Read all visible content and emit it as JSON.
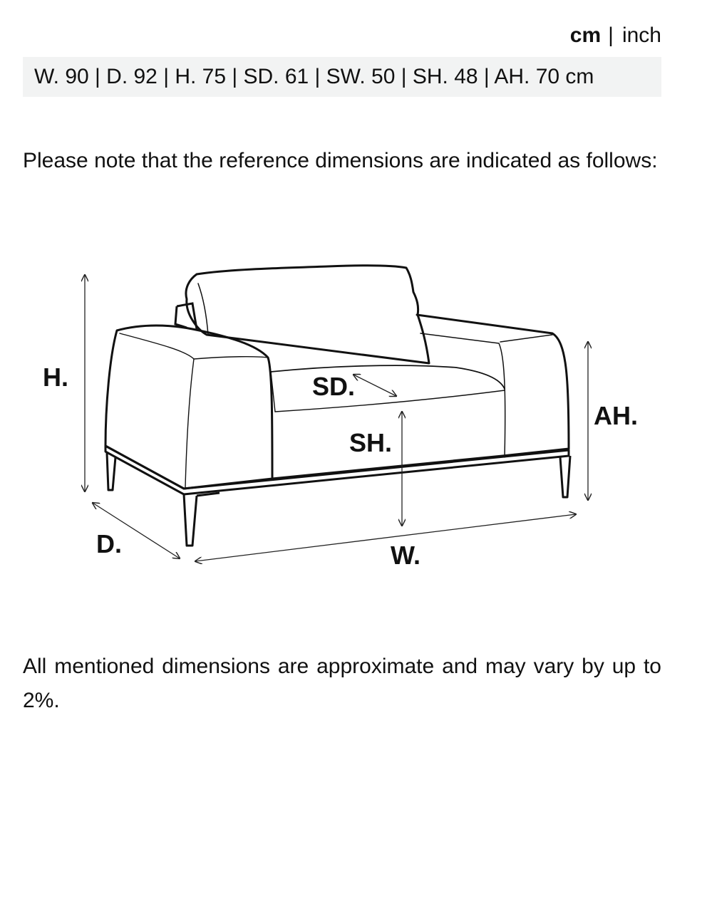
{
  "unit_toggle": {
    "active": "cm",
    "separator": "|",
    "inactive": "inch"
  },
  "dimensions_summary": "W. 90 | D. 92 | H. 75 | SD. 61 | SW. 50 | SH. 48 | AH. 70 cm",
  "note_reference": "Please note that the reference dimensions are indicated as follows:",
  "diagram": {
    "labels": {
      "height": "H.",
      "seat_depth": "SD.",
      "seat_height": "SH.",
      "arm_height": "AH.",
      "depth": "D.",
      "width": "W."
    }
  },
  "note_approx": "All mentioned dimensions are approximate and may vary by up to 2%."
}
